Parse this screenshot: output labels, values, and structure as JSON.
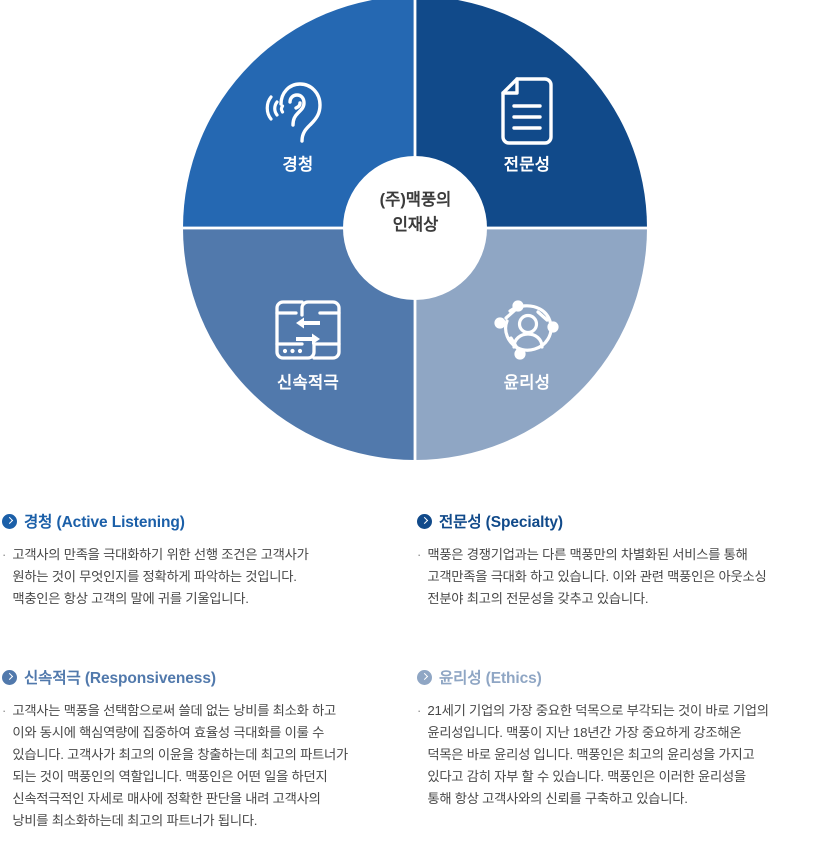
{
  "colors": {
    "quadrant_listening": "#2568b2",
    "quadrant_specialty": "#114a8a",
    "quadrant_responsiveness": "#5179ac",
    "quadrant_ethics": "#8fa6c4",
    "center_fill": "#ffffff",
    "heading_listening": "#1b5fa8",
    "heading_specialty": "#114a8a",
    "heading_responsiveness": "#5179ac",
    "heading_ethics": "#8fa6c4",
    "body_text": "#484848",
    "center_text": "#3c3c3c"
  },
  "wheel": {
    "center_line1": "(주)맥풍의",
    "center_line2": "인재상",
    "quadrants": [
      {
        "key": "listening",
        "label": "경청",
        "icon": "ear-listening-icon"
      },
      {
        "key": "specialty",
        "label": "전문성",
        "icon": "document-icon"
      },
      {
        "key": "responsiveness",
        "label": "신속적극",
        "icon": "device-exchange-arrows-icon"
      },
      {
        "key": "ethics",
        "label": "윤리성",
        "icon": "person-network-icon"
      }
    ]
  },
  "details": {
    "listening": {
      "title": "경청 (Active Listening)",
      "arrow_icon": "chevron-right-circle-icon",
      "bullet": "·",
      "text": "고객사의 만족을 극대화하기 위한 선행 조건은 고객사가\n원하는 것이 무엇인지를 정확하게 파악하는 것입니다.\n맥충인은 항상 고객의 말에 귀를 기울입니다."
    },
    "specialty": {
      "title": "전문성 (Specialty)",
      "arrow_icon": "chevron-right-circle-icon",
      "bullet": "·",
      "text": "맥풍은 경쟁기업과는 다른 맥풍만의 차별화된 서비스를 통해\n고객만족을 극대화 하고 있습니다. 이와 관련 맥풍인은 아웃소싱\n전분야 최고의 전문성을 갖추고 있습니다."
    },
    "responsiveness": {
      "title": "신속적극 (Responsiveness)",
      "arrow_icon": "chevron-right-circle-icon",
      "bullet": "·",
      "text": "고객사는 맥풍을 선택함으로써 쓸데 없는 낭비를 최소화 하고\n이와 동시에 핵심역량에 집중하여 효율성 극대화를 이룰 수\n있습니다. 고객사가 최고의 이윤을 창출하는데 최고의 파트너가\n되는 것이 맥풍인의 역할입니다. 맥풍인은 어떤 일을 하던지\n신속적극적인 자세로 매사에 정확한 판단을 내려 고객사의\n낭비를 최소화하는데 최고의 파트너가 됩니다."
    },
    "ethics": {
      "title": "윤리성 (Ethics)",
      "arrow_icon": "chevron-right-circle-icon",
      "bullet": "·",
      "text": "21세기 기업의 가장 중요한 덕목으로 부각되는 것이 바로 기업의\n윤리성입니다. 맥풍이 지난 18년간 가장 중요하게 강조해온\n덕목은 바로 윤리성 입니다. 맥풍인은 최고의 윤리성을 가지고\n있다고 감히 자부 할 수 있습니다. 맥풍인은 이러한 윤리성을\n통해 항상 고객사와의 신뢰를 구축하고 있습니다."
    }
  }
}
